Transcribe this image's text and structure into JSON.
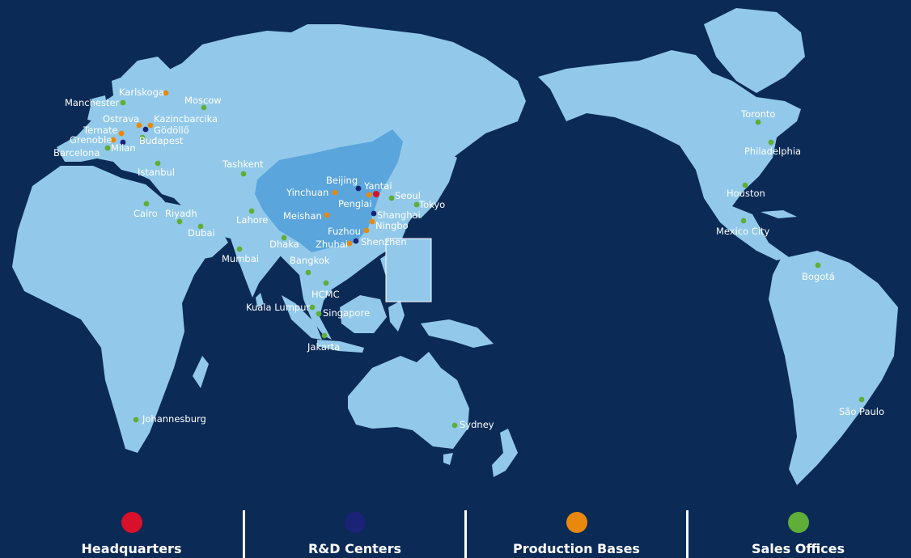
{
  "colors": {
    "ocean": "#0b2a56",
    "land": "#92c9ea",
    "china": "#5aa5dc",
    "headquarters": "#d8102a",
    "rd": "#1b2377",
    "production": "#e8890d",
    "sales": "#5fae37"
  },
  "legend": [
    {
      "label": "Headquarters",
      "type": "headquarters"
    },
    {
      "label": "R&D Centers",
      "type": "rd"
    },
    {
      "label": "Production Bases",
      "type": "production"
    },
    {
      "label": "Sales Offices",
      "type": "sales"
    }
  ],
  "locations": [
    {
      "name": "Karlskoga",
      "type": "production"
    },
    {
      "name": "Manchester",
      "type": "sales"
    },
    {
      "name": "Moscow",
      "type": "sales"
    },
    {
      "name": "Ostrava",
      "type": "production"
    },
    {
      "name": "Kazincbarcika",
      "type": "production"
    },
    {
      "name": "Ternate",
      "type": "production"
    },
    {
      "name": "Gödöllő",
      "type": "rd"
    },
    {
      "name": "Grenoble",
      "type": "production"
    },
    {
      "name": "Budapest",
      "type": "sales"
    },
    {
      "name": "Milan",
      "type": "rd"
    },
    {
      "name": "Barcelona",
      "type": "sales"
    },
    {
      "name": "Istanbul",
      "type": "sales"
    },
    {
      "name": "Tashkent",
      "type": "sales"
    },
    {
      "name": "Cairo",
      "type": "sales"
    },
    {
      "name": "Riyadh",
      "type": "sales"
    },
    {
      "name": "Dubai",
      "type": "sales"
    },
    {
      "name": "Lahore",
      "type": "sales"
    },
    {
      "name": "Mumbai",
      "type": "sales"
    },
    {
      "name": "Dhaka",
      "type": "sales"
    },
    {
      "name": "Bangkok",
      "type": "sales"
    },
    {
      "name": "HCMC",
      "type": "sales"
    },
    {
      "name": "Kuala Lumpur",
      "type": "sales"
    },
    {
      "name": "Singapore",
      "type": "sales"
    },
    {
      "name": "Jakarta",
      "type": "sales"
    },
    {
      "name": "Johannesburg",
      "type": "sales"
    },
    {
      "name": "Sydney",
      "type": "sales"
    },
    {
      "name": "Beijing",
      "type": "rd"
    },
    {
      "name": "Yantai",
      "type": "headquarters"
    },
    {
      "name": "Penglai",
      "type": "production"
    },
    {
      "name": "Yinchuan",
      "type": "production"
    },
    {
      "name": "Seoul",
      "type": "sales"
    },
    {
      "name": "Tokyo",
      "type": "sales"
    },
    {
      "name": "Meishan",
      "type": "production"
    },
    {
      "name": "Shanghai",
      "type": "rd"
    },
    {
      "name": "Ningbo",
      "type": "production"
    },
    {
      "name": "Fuzhou",
      "type": "production"
    },
    {
      "name": "Zhuhai",
      "type": "production"
    },
    {
      "name": "Shenzhen",
      "type": "rd"
    },
    {
      "name": "Toronto",
      "type": "sales"
    },
    {
      "name": "Philadelphia",
      "type": "sales"
    },
    {
      "name": "Houston",
      "type": "sales"
    },
    {
      "name": "Mexico City",
      "type": "sales"
    },
    {
      "name": "Bogotá",
      "type": "sales"
    },
    {
      "name": "São Paulo",
      "type": "sales"
    }
  ]
}
